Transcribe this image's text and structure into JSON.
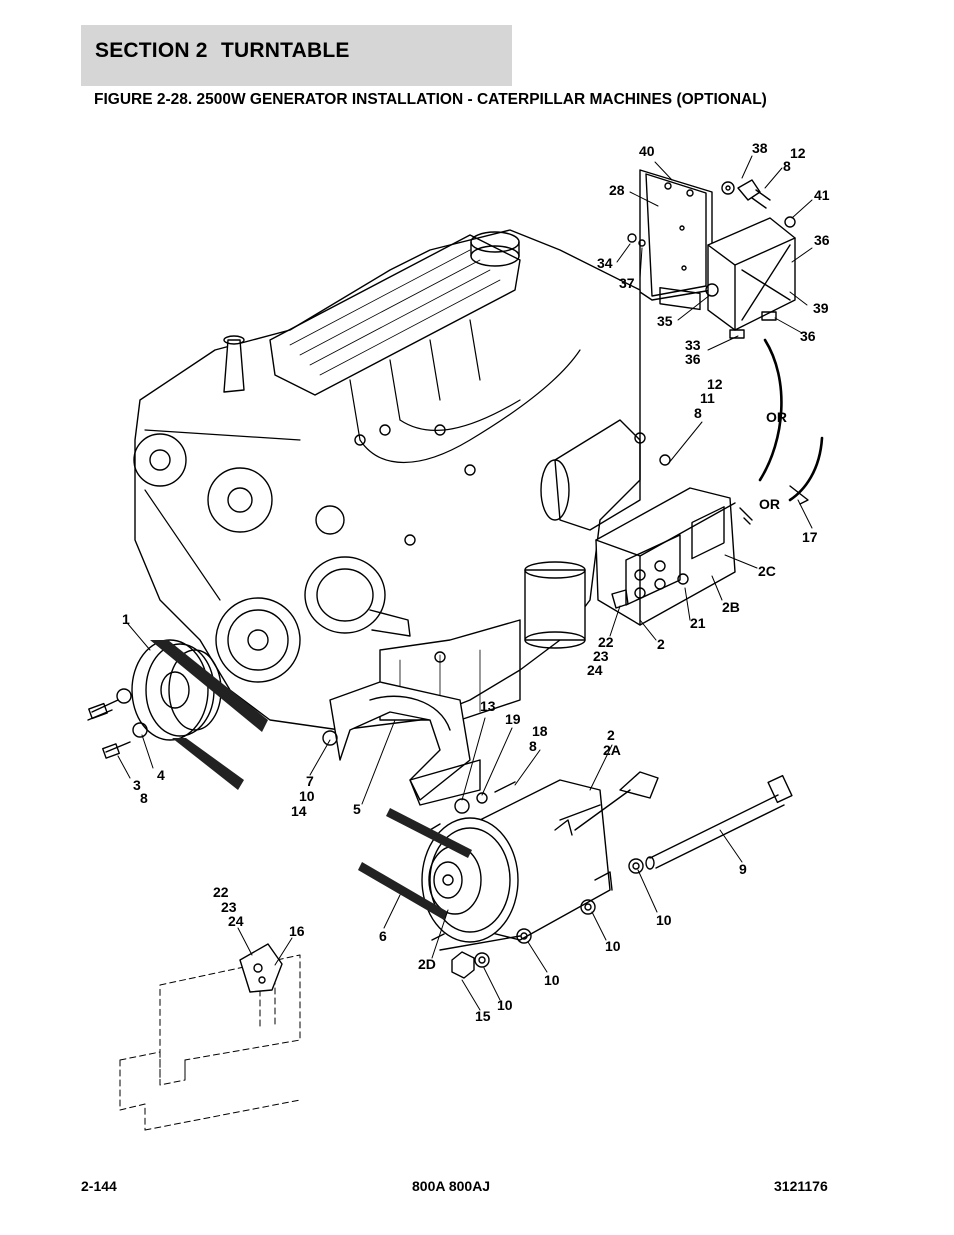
{
  "header": {
    "section": "SECTION 2",
    "section_title": "TURNTABLE",
    "figure_title": "FIGURE 2-28. 2500W GENERATOR INSTALLATION - CATERPILLAR MACHINES (OPTIONAL)"
  },
  "callouts": {
    "c40": "40",
    "c38": "38",
    "c12a": "12",
    "c8a": "8",
    "c28": "28",
    "c41": "41",
    "c36a": "36",
    "c34": "34",
    "c37": "37",
    "c39": "39",
    "c35": "35",
    "c36b": "36",
    "c33": "33",
    "c36c": "36",
    "c12b": "12",
    "c11": "11",
    "c8b": "8",
    "or1": "OR",
    "or2": "OR",
    "c17": "17",
    "c2C": "2C",
    "c2B": "2B",
    "c21": "21",
    "c2a": "2",
    "c22a": "22",
    "c23a": "23",
    "c24a": "24",
    "c1": "1",
    "c13": "13",
    "c19": "19",
    "c18": "18",
    "c8c": "8",
    "c2b": "2",
    "c2A": "2A",
    "c4": "4",
    "c3": "3",
    "c8d": "8",
    "c7": "7",
    "c10a": "10",
    "c14": "14",
    "c5": "5",
    "c9": "9",
    "c10b": "10",
    "c10c": "10",
    "c6": "6",
    "c22b": "22",
    "c23b": "23",
    "c24b": "24",
    "c16": "16",
    "c2D": "2D",
    "c10d": "10",
    "c10e": "10",
    "c15": "15"
  },
  "footer": {
    "page": "2-144",
    "models": "800A 800AJ",
    "part_number": "3121176"
  }
}
